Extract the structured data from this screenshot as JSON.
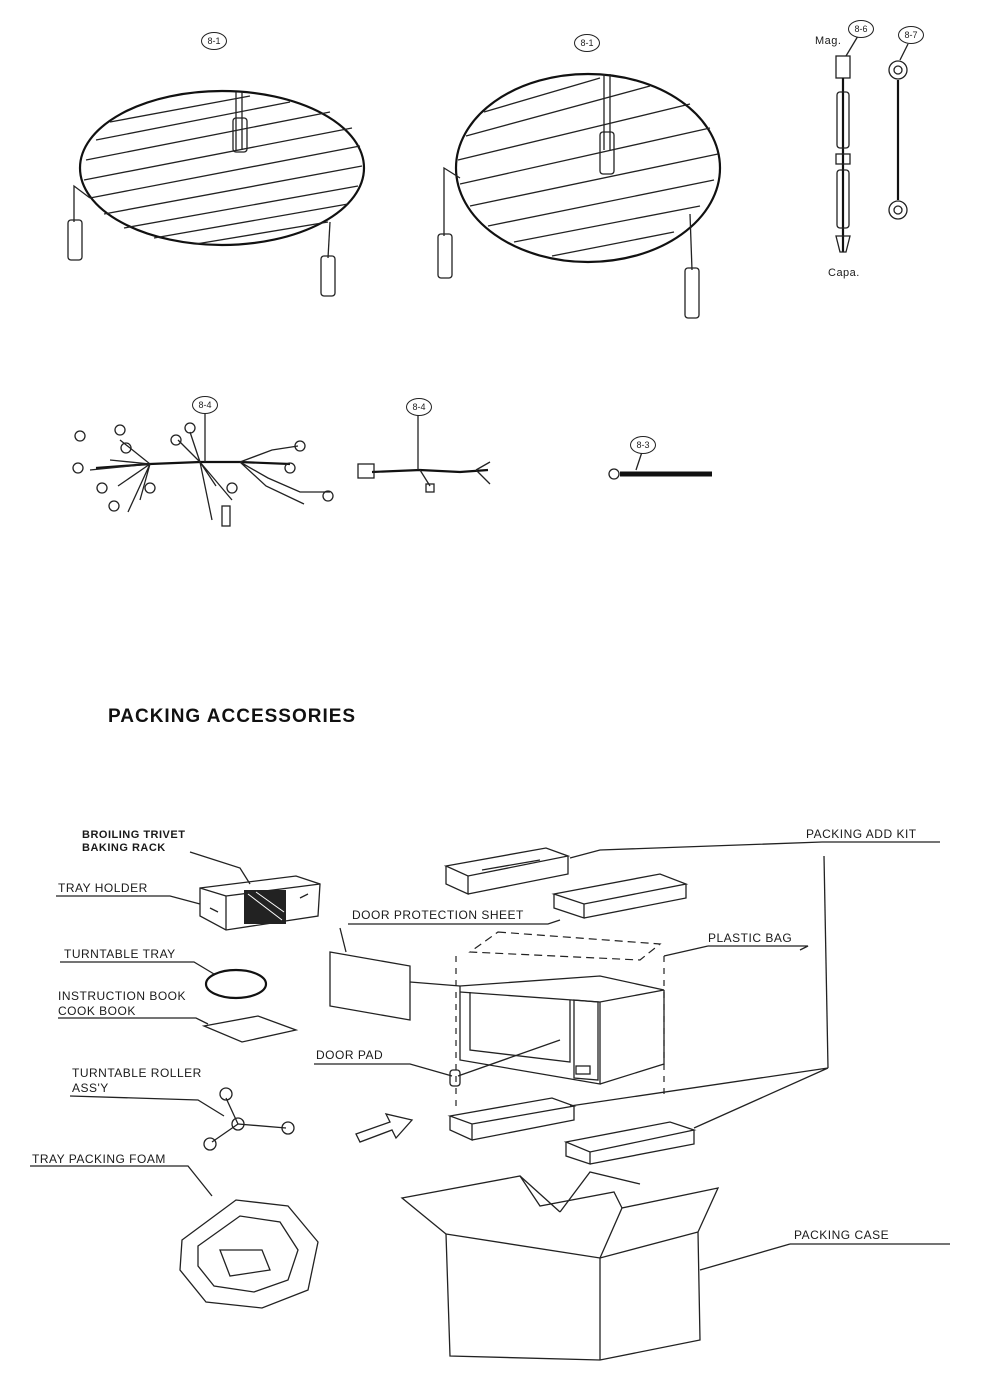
{
  "section_title": "PACKING ACCESSORIES",
  "top_parts": {
    "rack1_ref": "8-1",
    "rack2_ref": "8-1",
    "mag_ref": "8-6",
    "cable_ref": "8-7",
    "harness1_ref": "8-4",
    "harness2_ref": "8-4",
    "rod_ref": "8-3",
    "mag_label": "Mag.",
    "capa_label": "Capa."
  },
  "labels": {
    "broiling_trivet": "BROILING TRIVET",
    "baking_rack": "BAKING RACK",
    "tray_holder": "TRAY HOLDER",
    "turntable_tray": "TURNTABLE TRAY",
    "instruction_book": "INSTRUCTION BOOK",
    "cook_book": "COOK BOOK",
    "turntable_roller": "TURNTABLE ROLLER",
    "assy": "ASS'Y",
    "tray_packing_foam": "TRAY PACKING FOAM",
    "packing_add_kit": "PACKING ADD KIT",
    "door_protection_sheet": "DOOR PROTECTION SHEET",
    "plastic_bag": "PLASTIC BAG",
    "door_pad": "DOOR PAD",
    "packing_case": "PACKING CASE"
  }
}
